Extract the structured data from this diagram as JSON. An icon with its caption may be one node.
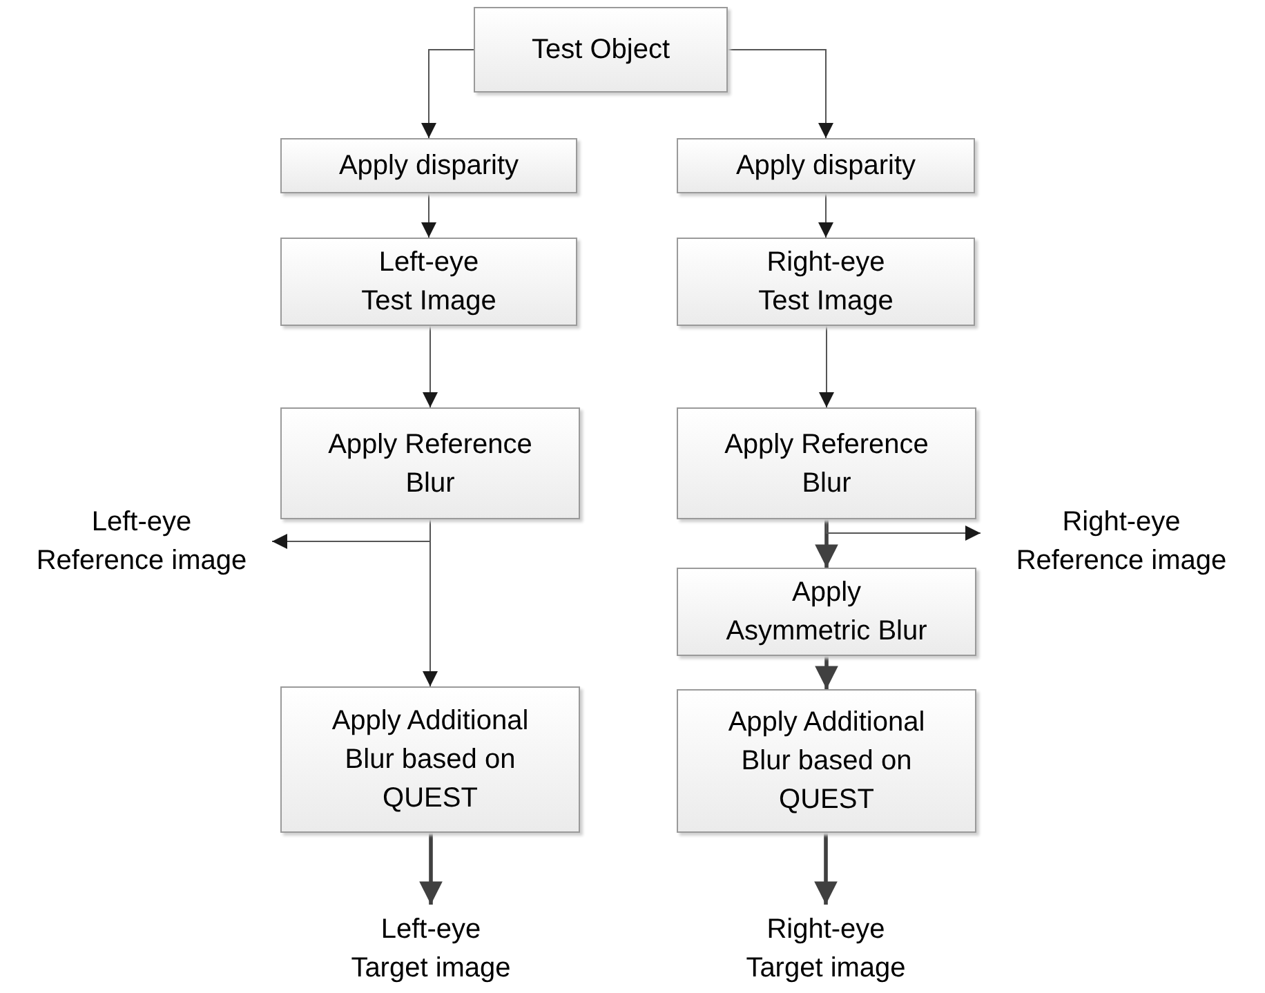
{
  "diagram": {
    "nodes": [
      {
        "text": [
          "Test Object"
        ]
      },
      {
        "text": [
          "Apply disparity"
        ]
      },
      {
        "text": [
          "Apply disparity"
        ]
      },
      {
        "text": [
          "Left-eye Test Image"
        ]
      },
      {
        "text": [
          "Right-eye Test Image"
        ]
      },
      {
        "text": [
          "Apply Reference Blur"
        ]
      },
      {
        "text": [
          "Apply Reference Blur"
        ]
      },
      {
        "text": [
          "Left-eye Reference image"
        ]
      },
      {
        "text": [
          "Right-eye Reference image"
        ]
      },
      {
        "text": [
          "Apply Asymmetric Blur"
        ]
      },
      {
        "text": [
          "Apply Additional Blur based on QUEST"
        ]
      },
      {
        "text": [
          "Apply Additional Blur based on QUEST"
        ]
      },
      {
        "text": [
          "Left-eye Target image"
        ]
      },
      {
        "text": [
          "Right-eye Target image"
        ]
      }
    ],
    "edges": [
      {
        "from": 0,
        "to": 1,
        "arrow": "to"
      },
      {
        "from": 0,
        "to": 2,
        "arrow": "to"
      },
      {
        "from": 1,
        "to": 3,
        "arrow": "to"
      },
      {
        "from": 2,
        "to": 4,
        "arrow": "to"
      },
      {
        "from": 3,
        "to": 5,
        "arrow": "to"
      },
      {
        "from": 4,
        "to": 6,
        "arrow": "to"
      },
      {
        "from": 5,
        "to": 7,
        "arrow": "to"
      },
      {
        "from": 5,
        "to": 10,
        "arrow": "to"
      },
      {
        "from": 6,
        "to": 9,
        "arrow": "to",
        "style": "thick"
      },
      {
        "from": 6,
        "to": 8,
        "arrow": "to"
      },
      {
        "from": 9,
        "to": 11,
        "arrow": "to",
        "style": "thick"
      },
      {
        "from": 10,
        "to": 12,
        "arrow": "to",
        "style": "thick"
      },
      {
        "from": 11,
        "to": 13,
        "arrow": "to",
        "style": "thick"
      }
    ]
  }
}
